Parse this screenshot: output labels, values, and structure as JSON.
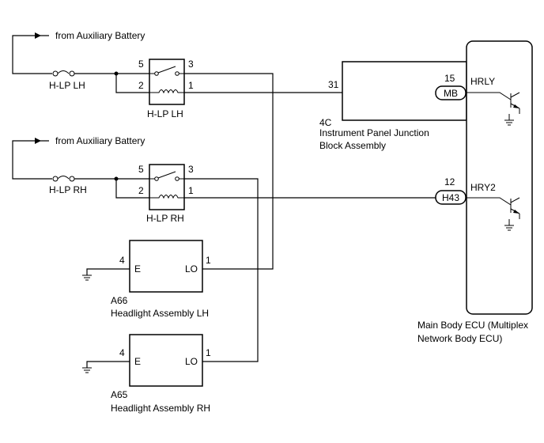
{
  "battery_labels": {
    "upper": "from Auxiliary Battery",
    "lower": "from Auxiliary Battery"
  },
  "fuses": {
    "lh": "H-LP LH",
    "rh": "H-LP RH"
  },
  "relay_lh": {
    "name": "H-LP LH",
    "pin5": "5",
    "pin3": "3",
    "pin2": "2",
    "pin1": "1"
  },
  "relay_rh": {
    "name": "H-LP RH",
    "pin5": "5",
    "pin3": "3",
    "pin2": "2",
    "pin1": "1"
  },
  "junction_block": {
    "pin": "31",
    "code": "4C",
    "name_line1": "Instrument Panel Junction",
    "name_line2": "Block Assembly"
  },
  "connectors": {
    "mb": {
      "label": "MB",
      "pin": "15"
    },
    "h43": {
      "label": "H43",
      "pin": "12"
    }
  },
  "ecu": {
    "signal1": "HRLY",
    "signal2": "HRY2",
    "name_line1": "Main Body ECU (Multiplex",
    "name_line2": "Network Body ECU)"
  },
  "headlight_lh": {
    "code": "A66",
    "name": "Headlight Assembly LH",
    "pin_e": "4",
    "pin_lo": "1",
    "label_e": "E",
    "label_lo": "LO"
  },
  "headlight_rh": {
    "code": "A65",
    "name": "Headlight Assembly RH",
    "pin_e": "4",
    "pin_lo": "1",
    "label_e": "E",
    "label_lo": "LO"
  }
}
